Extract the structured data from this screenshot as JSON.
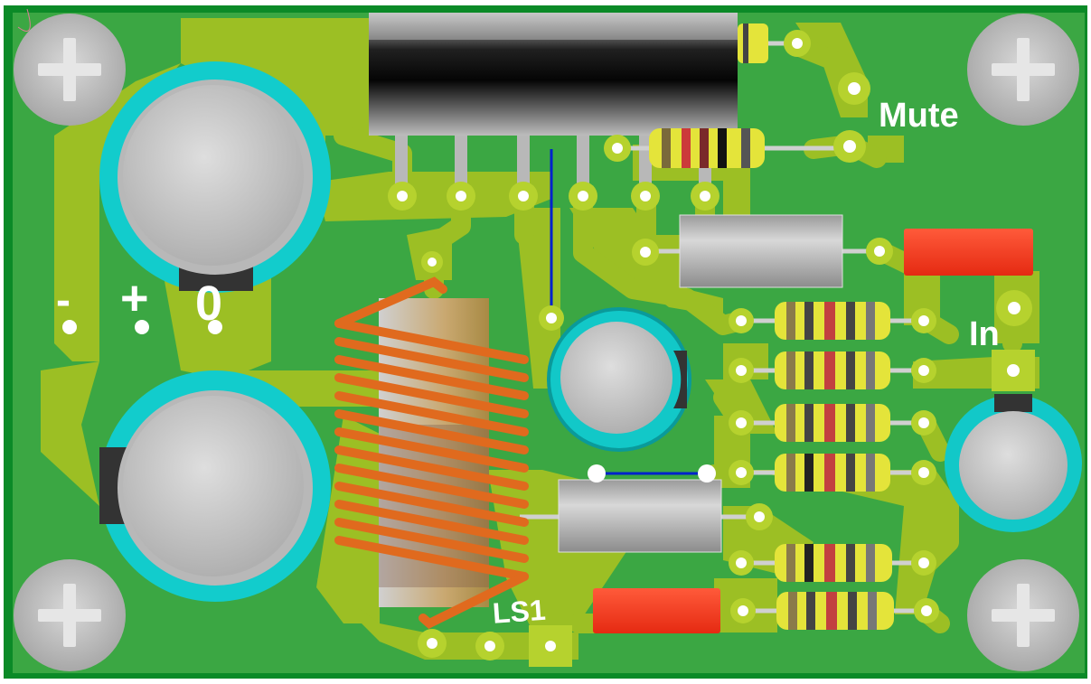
{
  "board": {
    "labels": {
      "mute": "Mute",
      "in": "In",
      "minus": "-",
      "plus": "+",
      "zero": "0",
      "designator": "LS1"
    }
  },
  "colors": {
    "board_edge": "#0a8a28",
    "board_fill": "#3aa542",
    "copper": "#9bbd22",
    "pad": "#b6d22e",
    "drill": "#ffffff",
    "jumper": "#0022cc",
    "cap_ring": "#12cccc",
    "cap_body": "#c8c8c8",
    "resistor_body": "#e4e43a",
    "smd_pad": "#ff3a22",
    "coil_wire": "#e06a1e",
    "silkscreen": "#ffffff"
  },
  "components": {
    "mounting_holes": 4,
    "electrolytic_caps": 4,
    "resistors": 8,
    "film_caps": 2,
    "smd_parts": 2,
    "inductors": 1,
    "ic_packages": 1
  }
}
